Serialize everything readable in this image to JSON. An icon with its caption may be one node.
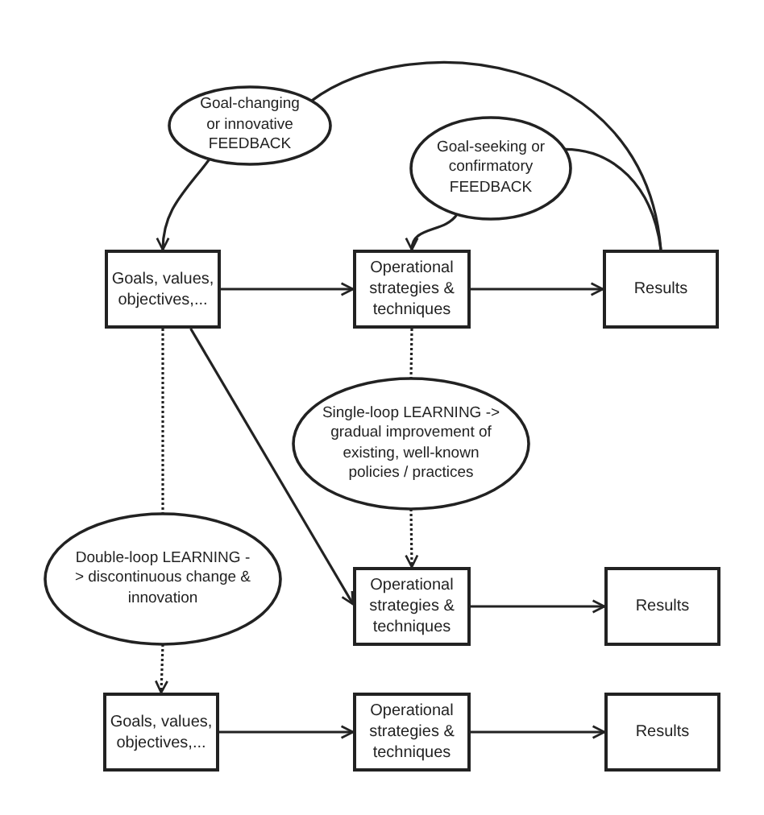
{
  "diagram": {
    "nodes": [
      {
        "text": [
          "Goal-changing or innovative FEEDBACK"
        ]
      },
      {
        "text": [
          "Goal-seeking or confirmatory FEEDBACK"
        ]
      },
      {
        "text": [
          "Goals, values, objectives,..."
        ]
      },
      {
        "text": [
          "Operational strategies & techniques"
        ]
      },
      {
        "text": [
          "Results"
        ]
      },
      {
        "text": [
          "Single-loop LEARNING -> gradual improvement of existing, well-known policies / practices"
        ]
      },
      {
        "text": [
          "Double-loop LEARNING -> discontinuous change & innovation"
        ]
      },
      {
        "text": [
          "Operational strategies & techniques"
        ]
      },
      {
        "text": [
          "Results"
        ]
      },
      {
        "text": [
          "Goals, values, objectives,..."
        ]
      },
      {
        "text": [
          "Operational strategies & techniques"
        ]
      },
      {
        "text": [
          "Results"
        ]
      }
    ],
    "edges": [
      {
        "from": 4,
        "to": 0,
        "arrow": "none"
      },
      {
        "from": 0,
        "to": 2,
        "arrow": "to"
      },
      {
        "from": 4,
        "to": 1,
        "arrow": "none"
      },
      {
        "from": 1,
        "to": 3,
        "arrow": "to"
      },
      {
        "from": 2,
        "to": 3,
        "arrow": "to"
      },
      {
        "from": 3,
        "to": 4,
        "arrow": "to"
      },
      {
        "from": 3,
        "to": 5,
        "arrow": "none",
        "style": "dashed"
      },
      {
        "from": 5,
        "to": 7,
        "arrow": "to",
        "style": "dashed"
      },
      {
        "from": 2,
        "to": 7,
        "arrow": "to"
      },
      {
        "from": 2,
        "to": 6,
        "arrow": "none",
        "style": "dashed"
      },
      {
        "from": 6,
        "to": 9,
        "arrow": "to",
        "style": "dashed"
      },
      {
        "from": 7,
        "to": 8,
        "arrow": "to"
      },
      {
        "from": 9,
        "to": 10,
        "arrow": "to"
      },
      {
        "from": 10,
        "to": 11,
        "arrow": "to"
      }
    ]
  }
}
